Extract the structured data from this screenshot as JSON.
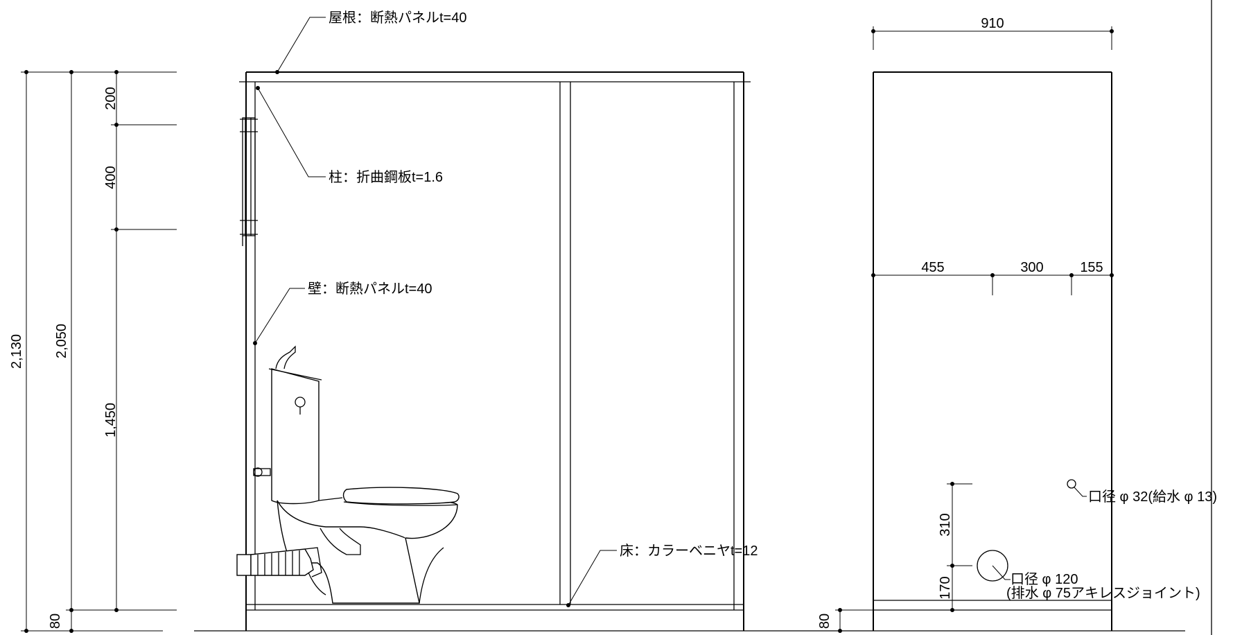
{
  "labels": {
    "roof": "屋根：断熱パネルt=40",
    "column": "柱：折曲鋼板t=1.6",
    "wall": "壁：断熱パネルt=40",
    "floor": "床：カラーベニヤt=12",
    "supply_hole": "口径 φ 32(給水 φ 13)",
    "drain_hole_line1": "口径 φ 120",
    "drain_hole_line2": "(排水 φ 75アキレスジョイント)"
  },
  "dimensions": {
    "total_height": "2,130",
    "inner_height": "2,050",
    "base": "80",
    "top_segment": "200",
    "window_segment": "400",
    "lower_segment": "1,450",
    "right_width": "910",
    "offset_left": "455",
    "offset_mid": "300",
    "offset_right": "155",
    "supply_height": "310",
    "drain_height": "170",
    "right_base": "80"
  }
}
